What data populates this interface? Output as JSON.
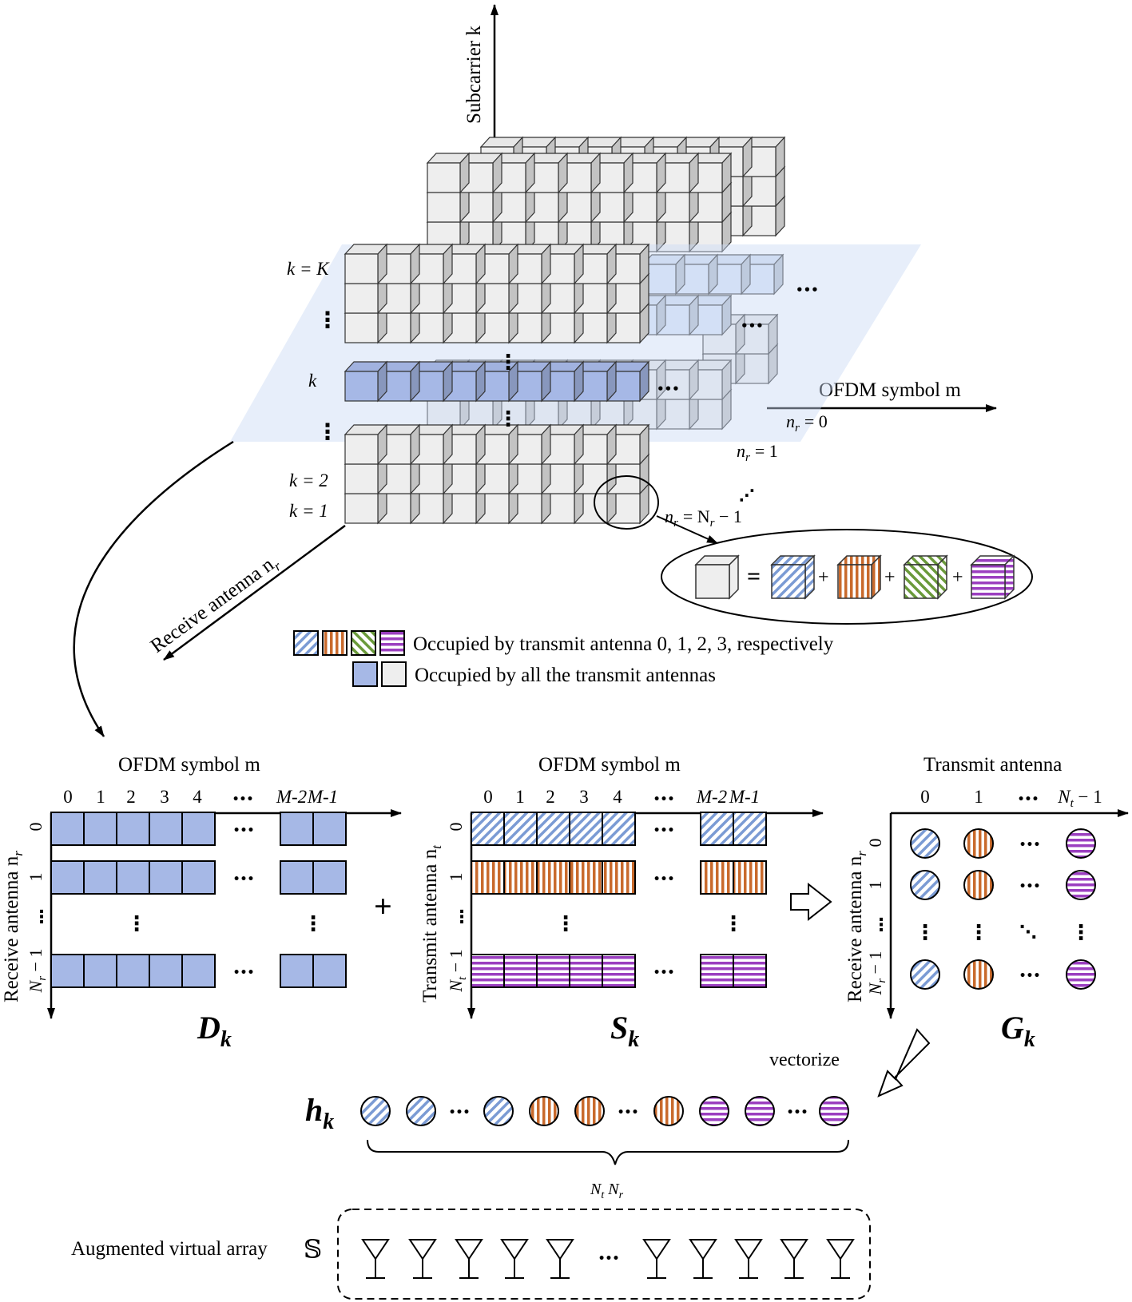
{
  "axes": {
    "subcarrier": "Subcarrier k",
    "ofdm_symbol": "OFDM symbol m",
    "receive_antenna": "Receive antenna n",
    "receive_antenna_sub": "r"
  },
  "k_labels": {
    "k_K": "k = K",
    "k_mid": "k",
    "k_2": "k = 2",
    "k_1": "k = 1",
    "vdots": "⋮"
  },
  "nr_labels": {
    "nr0": "= 0",
    "nr1": "= 1",
    "nrN": "= N",
    "nrN_sub": "r",
    "nrN_tail": " − 1",
    "n": "n",
    "r": "r"
  },
  "dots": {
    "h": "•••"
  },
  "decomposition": {
    "equals": "=",
    "plus": "+"
  },
  "legend": {
    "transmit": "Occupied by transmit antenna 0, 1, 2, 3, respectively",
    "all": "Occupied by all the transmit antennas"
  },
  "colors": {
    "blue_fill": "#a6b8e6",
    "blue_light": "#dbe6f7",
    "gray_fill": "#eeeeee",
    "tx0": "#7b9bd4",
    "tx1": "#c96a2c",
    "tx2": "#6a9a3a",
    "tx3": "#9b3fc0",
    "plane": "#dde8f9"
  },
  "panel_D": {
    "axis_title": "OFDM symbol m",
    "col_labels": [
      "0",
      "1",
      "2",
      "3",
      "4",
      "•••",
      "M-2",
      "M-1"
    ],
    "row_title": "Receive antenna n",
    "row_title_sub": "r",
    "row_labels": [
      "0",
      "1",
      "⋮",
      "N"
    ],
    "row_last_sub": "r",
    "row_last_tail": " − 1",
    "matrix": "D",
    "matrix_sub": "k"
  },
  "panel_S": {
    "axis_title": "OFDM symbol m",
    "col_labels": [
      "0",
      "1",
      "2",
      "3",
      "4",
      "•••",
      "M-2",
      "M-1"
    ],
    "row_title": "Transmit antenna n",
    "row_title_sub": "t",
    "row_labels": [
      "0",
      "1",
      "⋮",
      "N"
    ],
    "row_last_sub": "t",
    "row_last_tail": " − 1",
    "matrix": "S",
    "matrix_sub": "k"
  },
  "plus_sign": "+",
  "panel_G": {
    "axis_title": "Transmit antenna",
    "col_labels": [
      "0",
      "1",
      "•••",
      "N"
    ],
    "col_last_sub": "t",
    "col_last_tail": " − 1",
    "row_title": "Receive antenna n",
    "row_title_sub": "r",
    "row_labels": [
      "0",
      "1",
      "⋮",
      "N"
    ],
    "row_last_sub": "r",
    "row_last_tail": " − 1",
    "matrix": "G",
    "matrix_sub": "k"
  },
  "vectorize": "vectorize",
  "h_vector": {
    "label": "h",
    "label_sub": "k",
    "size": "N",
    "size_sub1": "t",
    "size_mid": " N",
    "size_sub2": "r"
  },
  "virtual_array": {
    "label": "Augmented virtual array",
    "symbol": "𝕊"
  }
}
